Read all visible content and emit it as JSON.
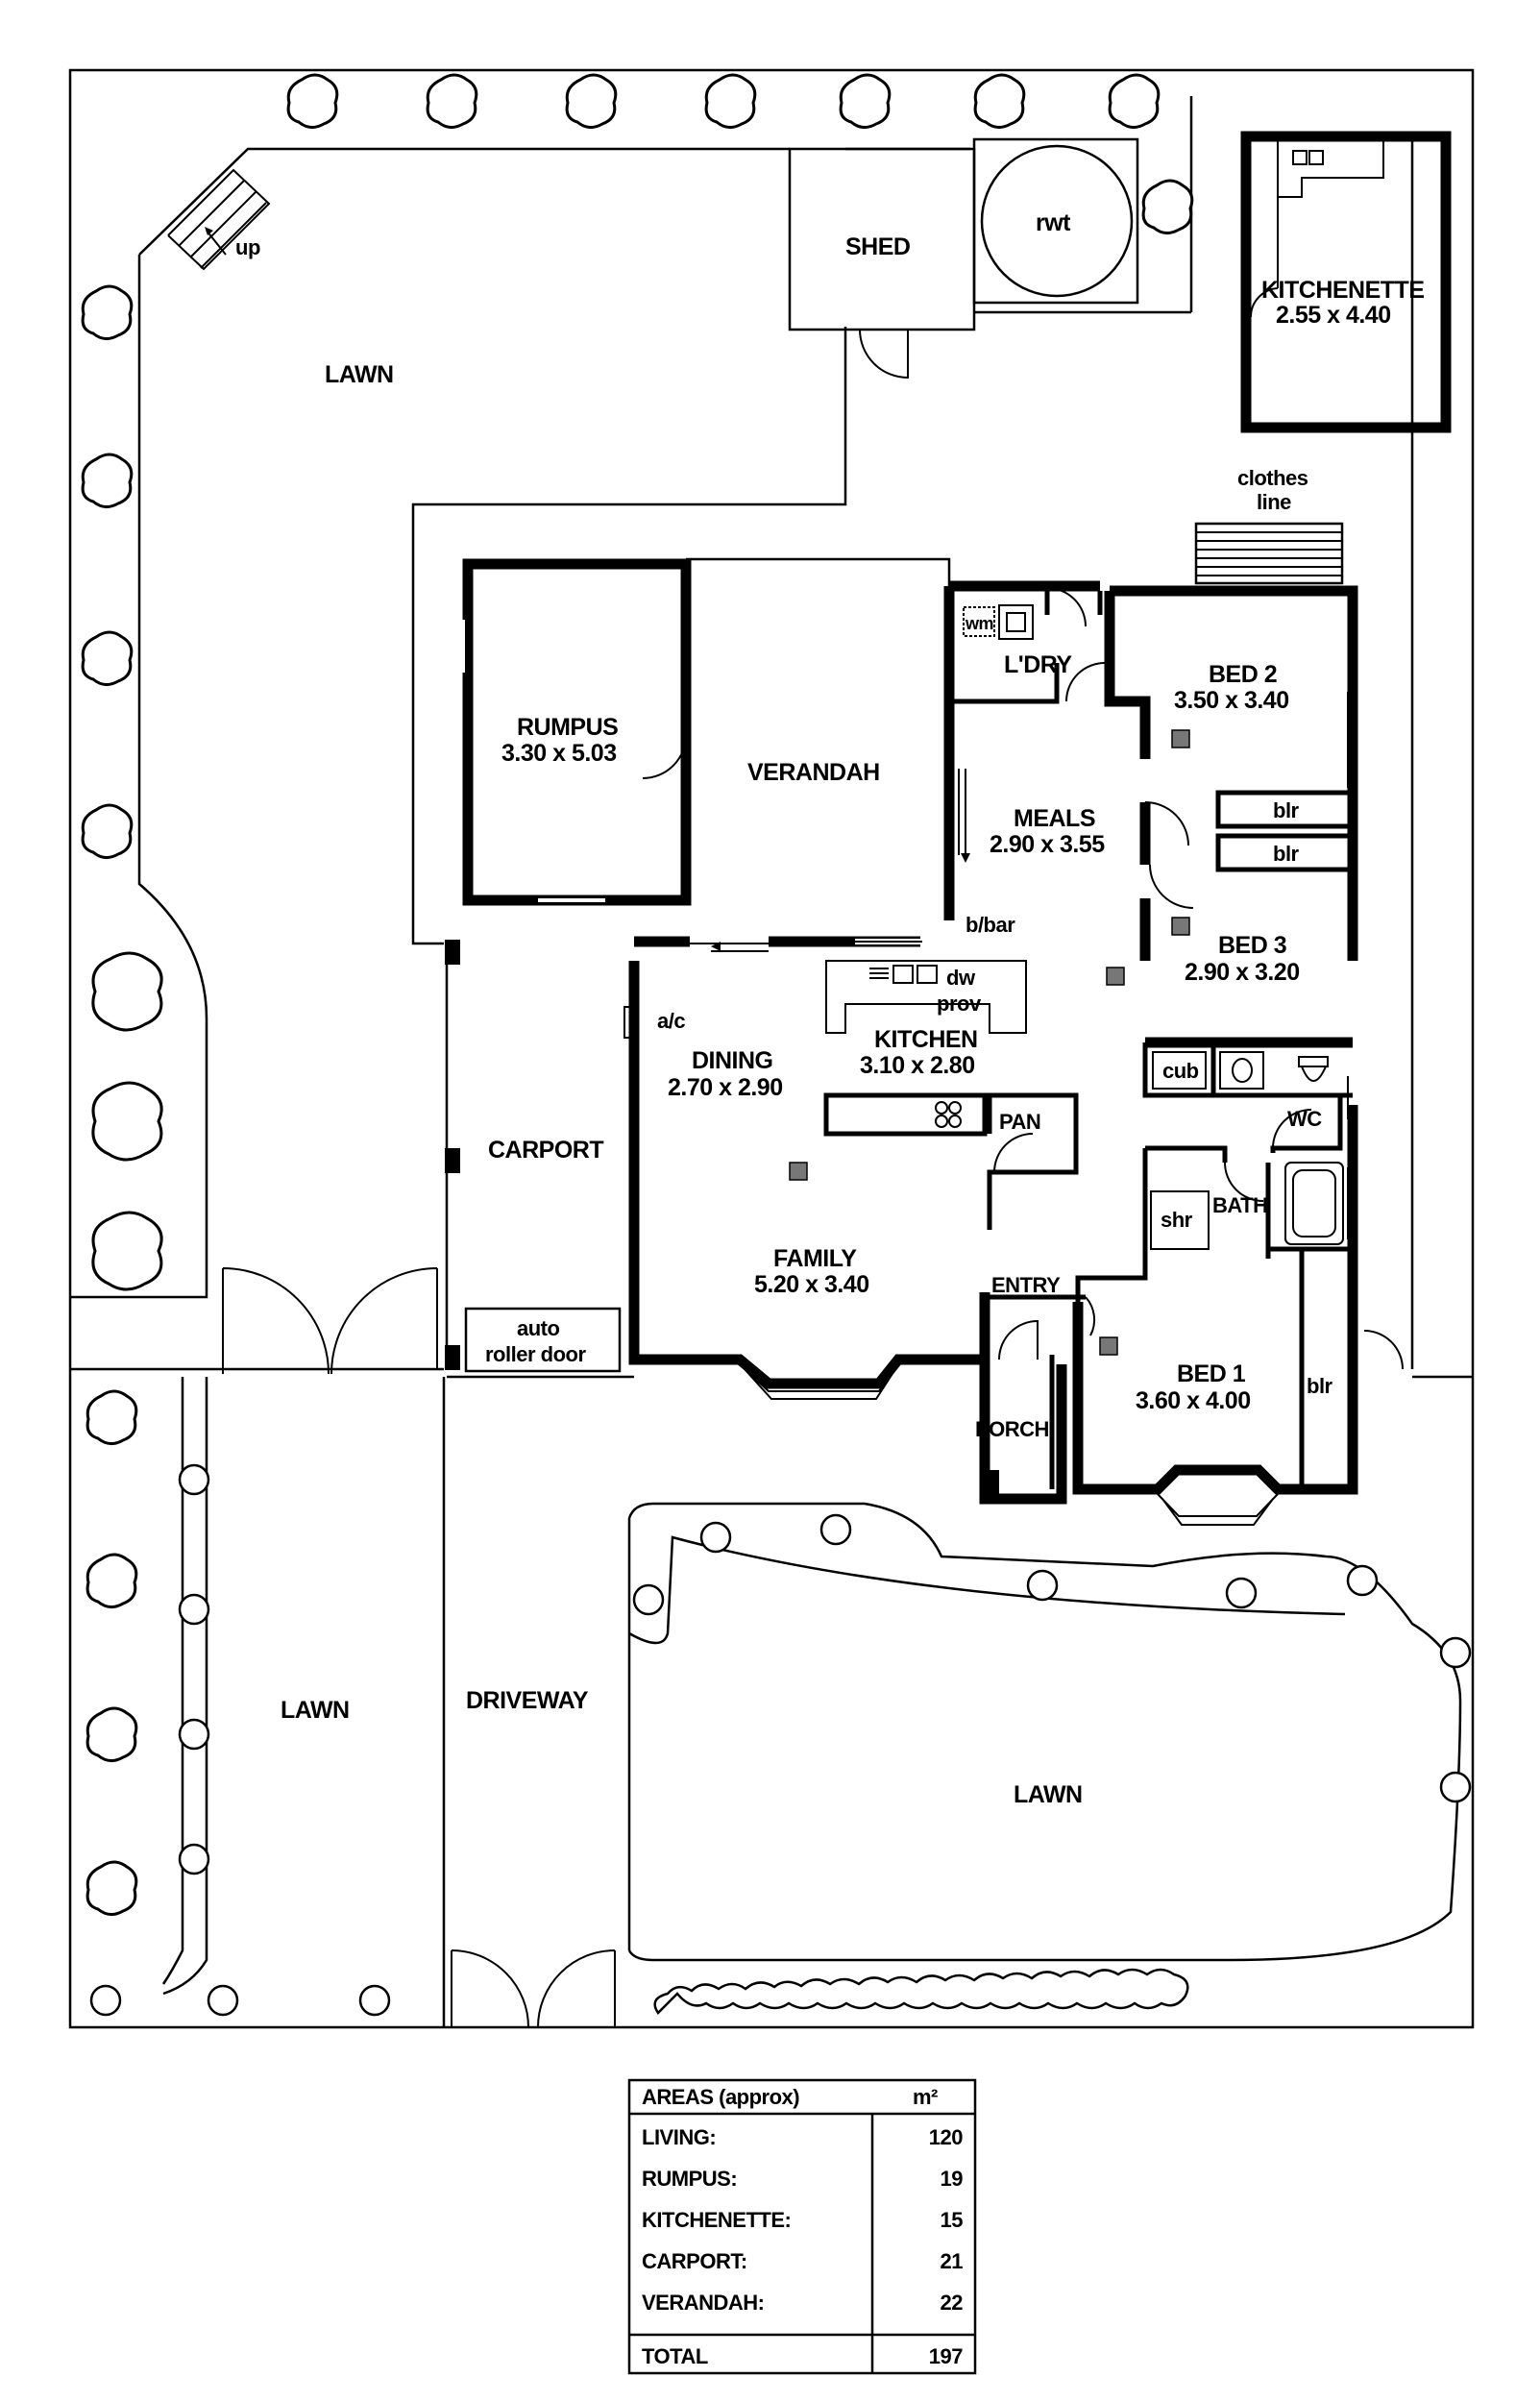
{
  "rooms": {
    "lawn_back": "LAWN",
    "shed": "SHED",
    "rwt": "rwt",
    "up": "up",
    "kitchenette_name": "KITCHENETTE",
    "kitchenette_size": "2.55 x 4.40",
    "clothes_line_1": "clothes",
    "clothes_line_2": "line",
    "rumpus_name": "RUMPUS",
    "rumpus_size": "3.30 x 5.03",
    "verandah": "VERANDAH",
    "wm": "wm",
    "ldry": "L'DRY",
    "bed2_name": "BED 2",
    "bed2_size": "3.50 x 3.40",
    "meals_name": "MEALS",
    "meals_size": "2.90 x 3.55",
    "blr_1": "blr",
    "blr_2": "blr",
    "blr_3": "blr",
    "bbar": "b/bar",
    "bed3_name": "BED 3",
    "bed3_size": "2.90 x 3.20",
    "dw": "dw",
    "prov": "prov",
    "kitchen_name": "KITCHEN",
    "kitchen_size": "3.10 x 2.80",
    "ac": "a/c",
    "dining_name": "DINING",
    "dining_size": "2.70 x 2.90",
    "cub": "cub",
    "wc": "WC",
    "pan": "PAN",
    "carport": "CARPORT",
    "shr": "shr",
    "bath": "BATH",
    "family_name": "FAMILY",
    "family_size": "5.20 x 3.40",
    "entry": "ENTRY",
    "auto_1": "auto",
    "auto_2": "roller door",
    "bed1_name": "BED 1",
    "bed1_size": "3.60 x 4.00",
    "porch": "PORCH",
    "lawn_left": "LAWN",
    "driveway": "DRIVEWAY",
    "lawn_front": "LAWN"
  },
  "areas": {
    "header_label": "AREAS (approx)",
    "header_unit": "m²",
    "rows": [
      {
        "label": "LIVING:",
        "value": "120"
      },
      {
        "label": "RUMPUS:",
        "value": "19"
      },
      {
        "label": "KITCHENETTE:",
        "value": "15"
      },
      {
        "label": "CARPORT:",
        "value": "21"
      },
      {
        "label": "VERANDAH:",
        "value": "22"
      }
    ],
    "total_label": "TOTAL",
    "total_value": "197"
  }
}
